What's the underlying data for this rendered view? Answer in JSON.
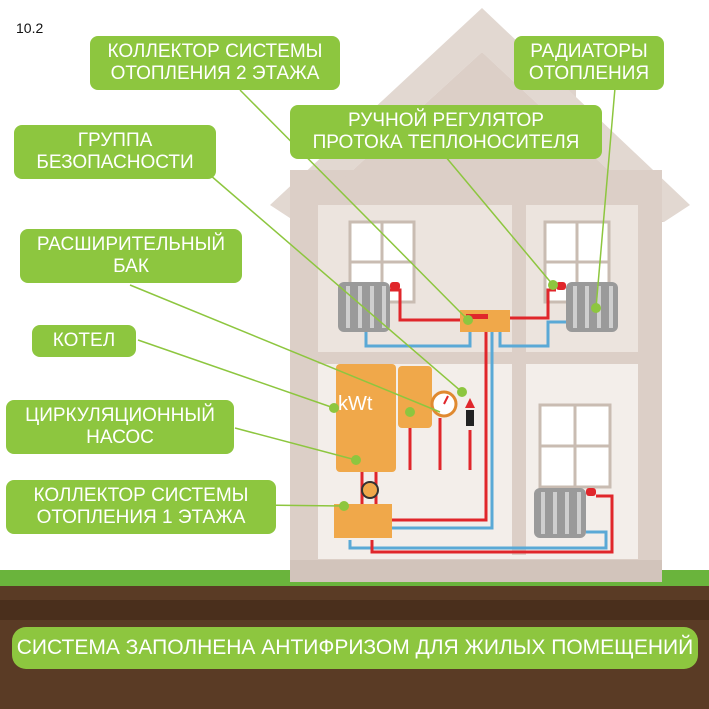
{
  "figure_number": "10.2",
  "labels": {
    "collector_2": [
      "КОЛЛЕКТОР СИСТЕМЫ",
      "ОТОПЛЕНИЯ 2 ЭТАЖА"
    ],
    "radiators": [
      "РАДИАТОРЫ",
      "ОТОПЛЕНИЯ"
    ],
    "manual_regulator": [
      "РУЧНОЙ РЕГУЛЯТОР",
      "ПРОТОКА ТЕПЛОНОСИТЕЛЯ"
    ],
    "safety_group": [
      "ГРУППА",
      "БЕЗОПАСНОСТИ"
    ],
    "expansion_tank": [
      "РАСШИРИТЕЛЬНЫЙ",
      "БАК"
    ],
    "boiler": [
      "КОТЕЛ"
    ],
    "pump": [
      "ЦИРКУЛЯЦИОННЫЙ",
      "НАСОС"
    ],
    "collector_1": [
      "КОЛЛЕКТОР СИСТЕМЫ",
      "ОТОПЛЕНИЯ 1 ЭТАЖА"
    ]
  },
  "boiler_text": "kWt",
  "banner": "СИСТЕМА ЗАПОЛНЕНА АНТИФРИЗОМ ДЛЯ ЖИЛЫХ ПОМЕЩЕНИЙ",
  "colors": {
    "label_green": "#8dc63f",
    "wall": "#dccfc7",
    "wall_inner": "#f3eeea",
    "roof_trim": "#e8dfd9",
    "boiler_orange": "#f0a84a",
    "pipe_hot": "#e0262b",
    "pipe_cold": "#5aa9d6",
    "ground": "#5a3b25",
    "grass": "#6ab43c"
  }
}
